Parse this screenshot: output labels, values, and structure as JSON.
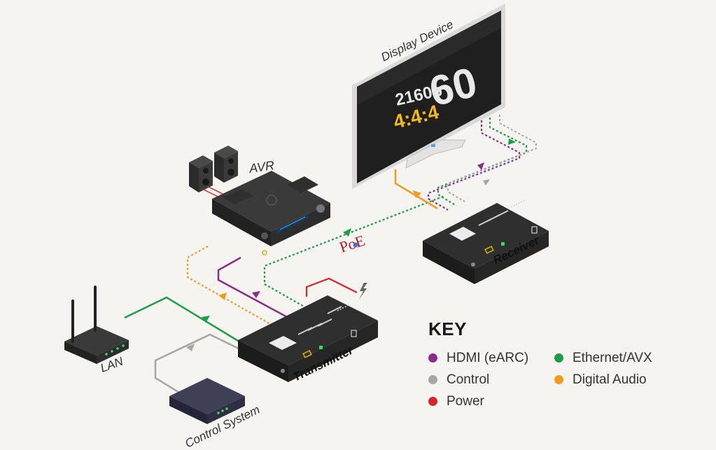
{
  "labels": {
    "display": "Display Device",
    "avr": "AVR",
    "lan": "LAN",
    "control_system": "Control System",
    "transmitter": "Transmitter",
    "receiver": "Receiver",
    "poe": "PoE"
  },
  "screen": {
    "res": "2160p",
    "chroma": "4:4:4",
    "fps": "60"
  },
  "key": {
    "title": "KEY",
    "items": [
      {
        "label": "HDMI (eARC)",
        "color": "#8e2a8e"
      },
      {
        "label": "Ethernet/AVX",
        "color": "#1e9c4a"
      },
      {
        "label": "Control",
        "color": "#a6a6a6"
      },
      {
        "label": "Digital Audio",
        "color": "#f29c1f"
      },
      {
        "label": "Power",
        "color": "#d9252a"
      }
    ]
  },
  "colors": {
    "hdmi": "#8e2a8e",
    "ethernet": "#1e9c4a",
    "control": "#a6a6a6",
    "audio": "#f29c1f",
    "power": "#d9252a",
    "device": "#2b2b2b"
  }
}
